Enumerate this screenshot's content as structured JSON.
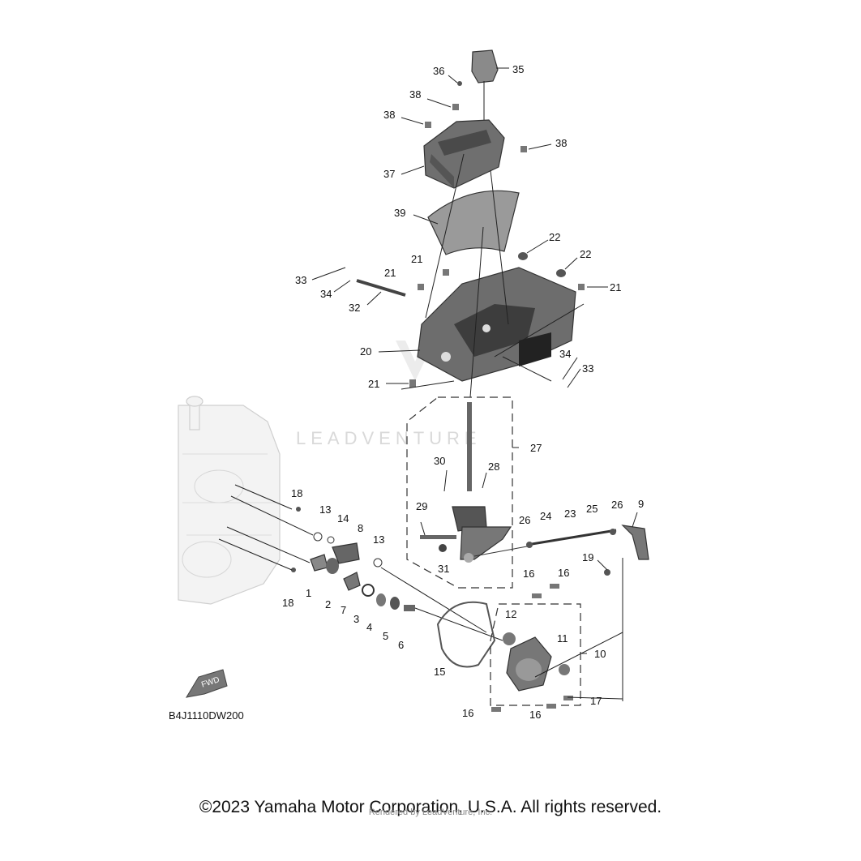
{
  "diagram_code": "B4J1110DW200",
  "fwd_label": "FWD",
  "watermark": "LEADVENTURE",
  "copyright": "©2023 Yamaha Motor Corporation, U.S.A. All rights reserved.",
  "rendered_by": "Rendered by LeadVenture, Inc.",
  "callouts": {
    "c35": "35",
    "c36": "36",
    "c38a": "38",
    "c38b": "38",
    "c38c": "38",
    "c37": "37",
    "c39": "39",
    "c22a": "22",
    "c22b": "22",
    "c21a": "21",
    "c21b": "21",
    "c21c": "21",
    "c21d": "21",
    "c33a": "33",
    "c34a": "34",
    "c32": "32",
    "c20": "20",
    "c34b": "34",
    "c33b": "33",
    "c27": "27",
    "c30": "30",
    "c28": "28",
    "c29": "29",
    "c31": "31",
    "c26a": "26",
    "c24": "24",
    "c23": "23",
    "c25": "25",
    "c26b": "26",
    "c9": "9",
    "c19": "19",
    "c18a": "18",
    "c13a": "13",
    "c14": "14",
    "c8": "8",
    "c13b": "13",
    "c1": "1",
    "c2": "2",
    "c7": "7",
    "c3": "3",
    "c4": "4",
    "c5": "5",
    "c6": "6",
    "c18b": "18",
    "c16a": "16",
    "c16b": "16",
    "c12": "12",
    "c11": "11",
    "c10": "10",
    "c15": "15",
    "c17": "17",
    "c16c": "16",
    "c16d": "16"
  }
}
